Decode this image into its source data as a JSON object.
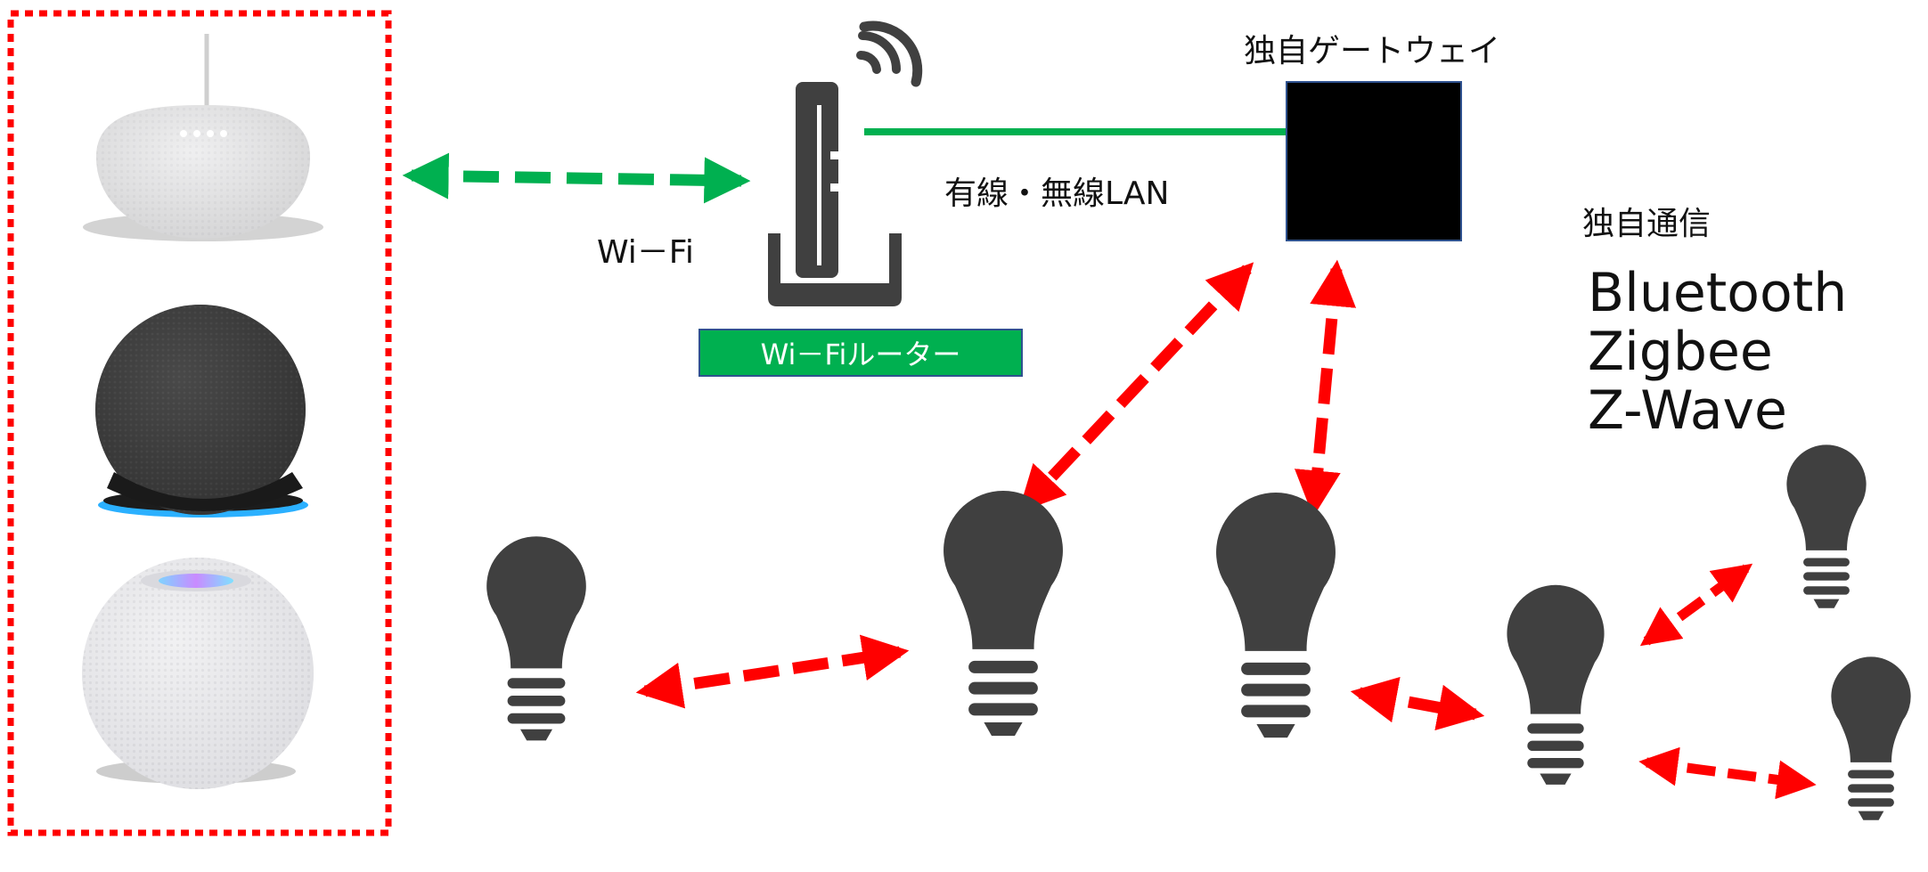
{
  "labels": {
    "gateway": "独自ゲートウェイ",
    "wired_wireless_lan": "有線・無線LAN",
    "wifi": "Wi－Fi",
    "router": "Wi－Fiルーター",
    "proprietary_comm": "独自通信"
  },
  "protocols": [
    "Bluetooth",
    "Zigbee",
    "Z-Wave"
  ],
  "colors": {
    "wifi_green": "#00B050",
    "zigbee_red": "#FF0000",
    "icon_gray": "#404040",
    "gateway_black": "#000000"
  },
  "devices": [
    {
      "icon": "google-nest-mini-speaker-icon"
    },
    {
      "icon": "amazon-echo-dot-speaker-icon"
    },
    {
      "icon": "homepod-mini-speaker-icon"
    },
    {
      "icon": "wifi-router-icon"
    },
    {
      "icon": "gateway-box-icon"
    },
    {
      "icon": "light-bulb-icon"
    }
  ]
}
